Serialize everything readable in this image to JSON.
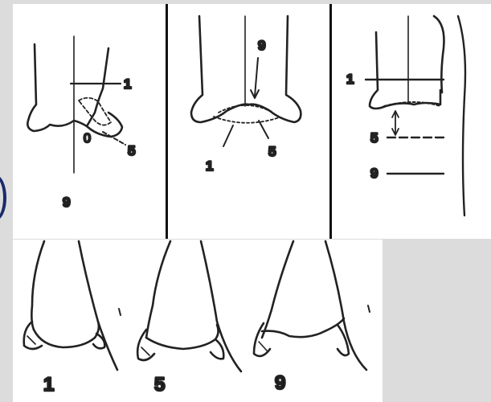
{
  "panel_a": {
    "labels": [
      "1",
      "5",
      "9",
      "0"
    ]
  },
  "panel_b": {
    "labels": [
      "9",
      "1",
      "5"
    ]
  },
  "panel_c": {
    "labels": [
      "1",
      "5",
      "9"
    ]
  },
  "panel_d": {
    "labels": [
      "1",
      "5",
      "9"
    ]
  }
}
